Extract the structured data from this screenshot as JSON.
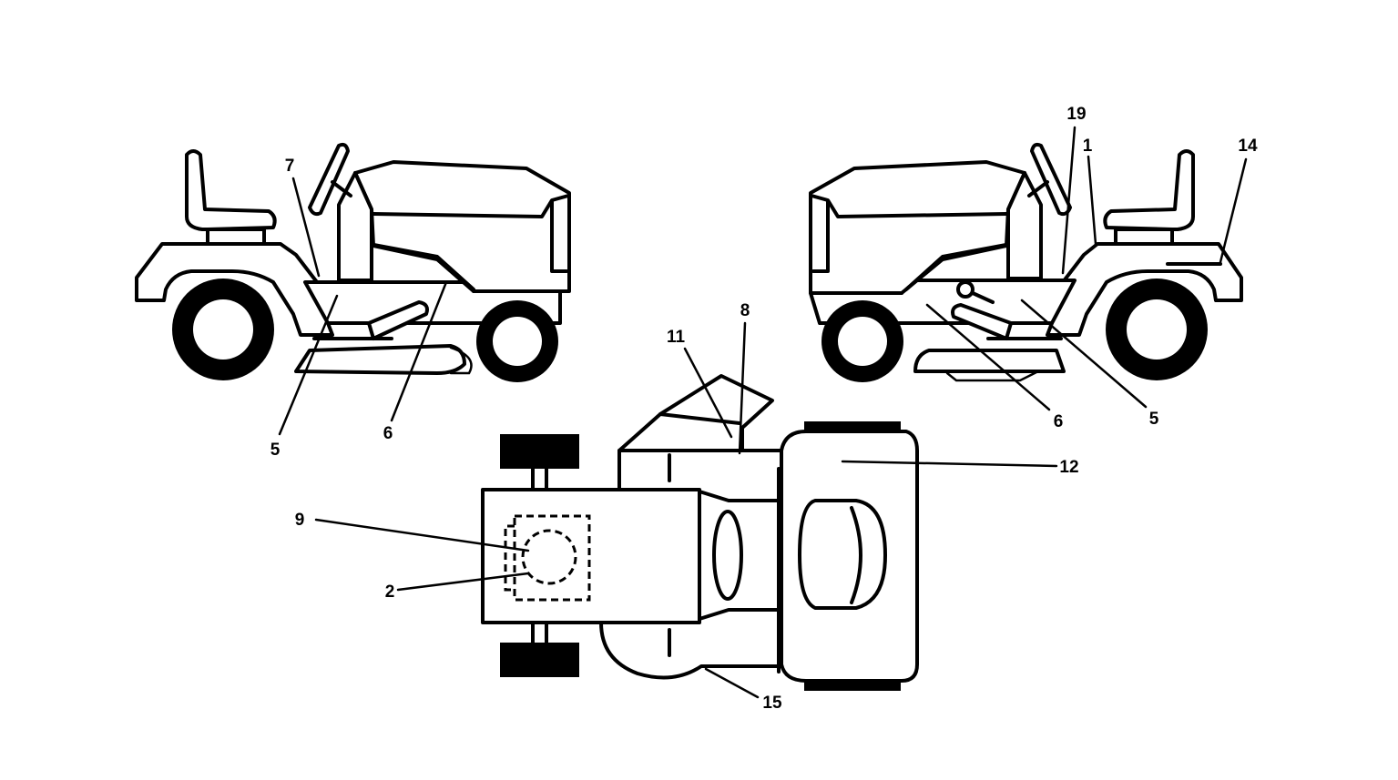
{
  "diagram": {
    "callouts": {
      "left_view": [
        "7",
        "5",
        "6"
      ],
      "right_view": [
        "19",
        "1",
        "14",
        "6",
        "5"
      ],
      "top_view": [
        "11",
        "8",
        "12",
        "9",
        "2",
        "15"
      ]
    }
  }
}
